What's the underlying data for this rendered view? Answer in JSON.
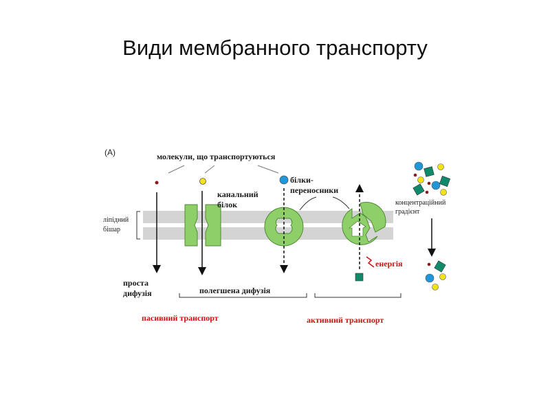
{
  "title": "Види мембранного транспорту",
  "figure": {
    "panel_label": "(A)",
    "molecules_label": "молекули, що транспортуються",
    "channel_label_1": "канальний",
    "channel_label_2": "білок",
    "carrier_label_1": "білки-",
    "carrier_label_2": "переносники",
    "gradient_label_1": "концентраційний",
    "gradient_label_2": "градієнт",
    "bilayer_label_1": "ліпідний",
    "bilayer_label_2": "бішар",
    "energy_label": "енергія",
    "simple_diffusion_1": "проста",
    "simple_diffusion_2": "дифузія",
    "facilitated_diffusion": "полегшена дифузія",
    "passive_transport": "пасивний транспорт",
    "active_transport": "активний транспорт"
  },
  "colors": {
    "membrane": "#d4d4d4",
    "protein": "#8fcf6a",
    "protein_stroke": "#4f8a36",
    "molecule_red": "#8b1a1a",
    "molecule_yellow": "#f2e21a",
    "molecule_blue": "#2196d8",
    "molecule_teal": "#0f8a6a",
    "active_label": "#cc1111"
  }
}
